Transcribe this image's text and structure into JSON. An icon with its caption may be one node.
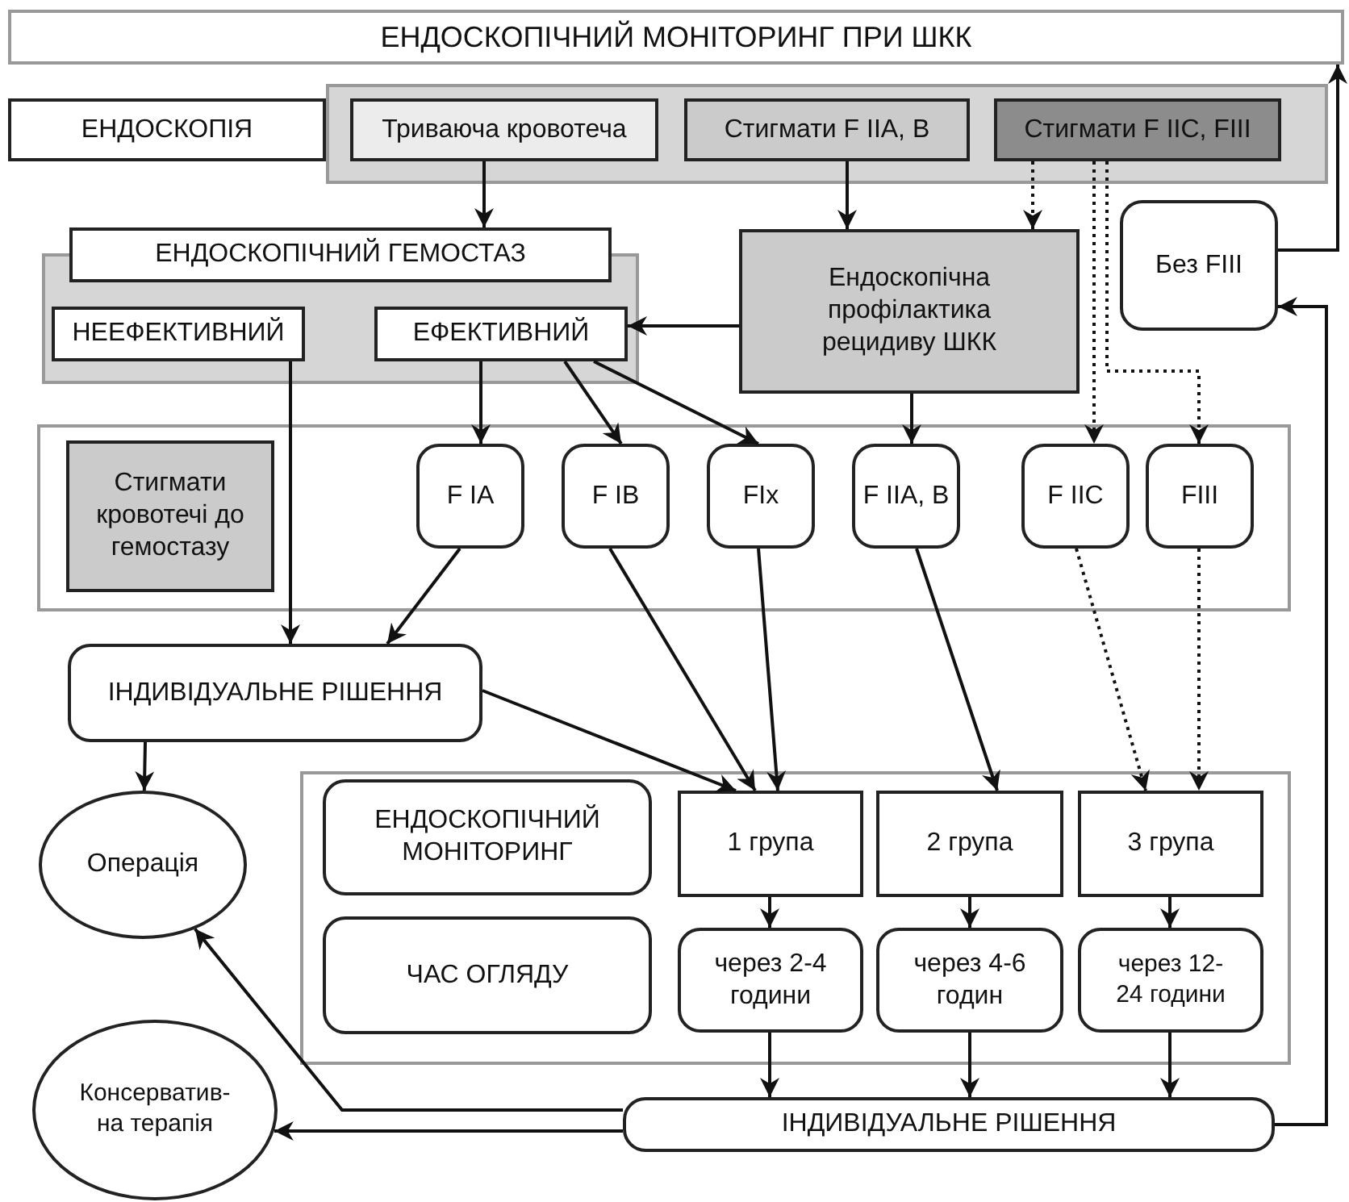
{
  "diagram": {
    "nodes": [
      {
        "text": [
          "ЕНДОСКОПІЧНИЙ МОНІТОРИНГ ПРИ ШКК"
        ]
      },
      {
        "text": [],
        "shape": "box"
      },
      {
        "text": [
          "ЕНДОСКОПІЯ"
        ]
      },
      {
        "text": [
          "Триваюча кровотеча"
        ],
        "in": 1
      },
      {
        "text": [
          "Стигмати F IIA, B"
        ],
        "in": 1
      },
      {
        "text": [
          "Стигмати F IIC, FIII"
        ],
        "in": 1
      },
      {
        "text": [],
        "shape": "box"
      },
      {
        "text": [
          "ЕНДОСКОПІЧНИЙ ГЕМОСТАЗ"
        ]
      },
      {
        "text": [
          "НЕЕФЕКТИВНИЙ"
        ],
        "in": 6
      },
      {
        "text": [
          "ЕФЕКТИВНИЙ"
        ],
        "in": 6
      },
      {
        "text": [
          "Ендоскопічна профілактика рецидиву ШКК"
        ]
      },
      {
        "text": [
          "Без FIII"
        ]
      },
      {
        "text": [],
        "shape": "box"
      },
      {
        "text": [
          "Стигмати кровотечі до гемостазу"
        ],
        "in": 12
      },
      {
        "text": [
          "F IA"
        ],
        "in": 12
      },
      {
        "text": [
          "F IB"
        ],
        "in": 12
      },
      {
        "text": [
          "FIx"
        ],
        "in": 12
      },
      {
        "text": [
          "F IIA, B"
        ],
        "in": 12
      },
      {
        "text": [
          "F IIC"
        ],
        "in": 12
      },
      {
        "text": [
          "FIII"
        ],
        "in": 12
      },
      {
        "text": [
          "ІНДИВІДУАЛЬНЕ РІШЕННЯ"
        ]
      },
      {
        "text": [
          "Операція"
        ]
      },
      {
        "text": [],
        "shape": "box"
      },
      {
        "text": [
          "ЕНДОСКОПІЧНИЙ МОНІТОРИНГ"
        ],
        "in": 22
      },
      {
        "text": [
          "ЧАС ОГЛЯДУ"
        ],
        "in": 22
      },
      {
        "text": [
          "1 група"
        ],
        "in": 22
      },
      {
        "text": [
          "2 група"
        ],
        "in": 22
      },
      {
        "text": [
          "3 група"
        ],
        "in": 22
      },
      {
        "text": [
          "через 2-4 години"
        ],
        "in": 22
      },
      {
        "text": [
          "через 4-6 годин"
        ],
        "in": 22
      },
      {
        "text": [
          "через 12- 24 години"
        ],
        "in": 22
      },
      {
        "text": [
          "Консерватив- на терапія"
        ]
      },
      {
        "text": [
          "ІНДИВІДУАЛЬНЕ РІШЕННЯ"
        ]
      }
    ],
    "edges": [
      {
        "from": 3,
        "to": 7,
        "arrow": "to"
      },
      {
        "from": 4,
        "to": 10,
        "arrow": "to"
      },
      {
        "from": 5,
        "to": 10,
        "arrow": "to",
        "style": "dashed"
      },
      {
        "from": 5,
        "to": 18,
        "arrow": "to",
        "style": "dashed"
      },
      {
        "from": 5,
        "to": 19,
        "arrow": "to",
        "style": "dashed"
      },
      {
        "from": 10,
        "to": 9,
        "arrow": "to"
      },
      {
        "from": 9,
        "to": 14,
        "arrow": "to"
      },
      {
        "from": 9,
        "to": 15,
        "arrow": "to"
      },
      {
        "from": 9,
        "to": 16,
        "arrow": "to"
      },
      {
        "from": 10,
        "to": 17,
        "arrow": "to"
      },
      {
        "from": 8,
        "to": 20,
        "arrow": "to"
      },
      {
        "from": 14,
        "to": 20,
        "arrow": "to"
      },
      {
        "from": 15,
        "to": 25,
        "arrow": "to"
      },
      {
        "from": 16,
        "to": 25,
        "arrow": "to"
      },
      {
        "from": 17,
        "to": 26,
        "arrow": "to"
      },
      {
        "from": 18,
        "to": 27,
        "arrow": "to",
        "style": "dashed"
      },
      {
        "from": 19,
        "to": 27,
        "arrow": "to",
        "style": "dashed"
      },
      {
        "from": 20,
        "to": 25,
        "arrow": "to"
      },
      {
        "from": 20,
        "to": 21,
        "arrow": "to"
      },
      {
        "from": 25,
        "to": 28,
        "arrow": "to"
      },
      {
        "from": 26,
        "to": 29,
        "arrow": "to"
      },
      {
        "from": 27,
        "to": 30,
        "arrow": "to"
      },
      {
        "from": 28,
        "to": 32,
        "arrow": "to"
      },
      {
        "from": 29,
        "to": 32,
        "arrow": "to"
      },
      {
        "from": 30,
        "to": 32,
        "arrow": "to"
      },
      {
        "from": 32,
        "to": 21,
        "arrow": "to"
      },
      {
        "from": 32,
        "to": 31,
        "arrow": "to"
      },
      {
        "from": 32,
        "to": 11,
        "arrow": "to"
      },
      {
        "from": 11,
        "to": 0,
        "arrow": "to"
      }
    ]
  }
}
